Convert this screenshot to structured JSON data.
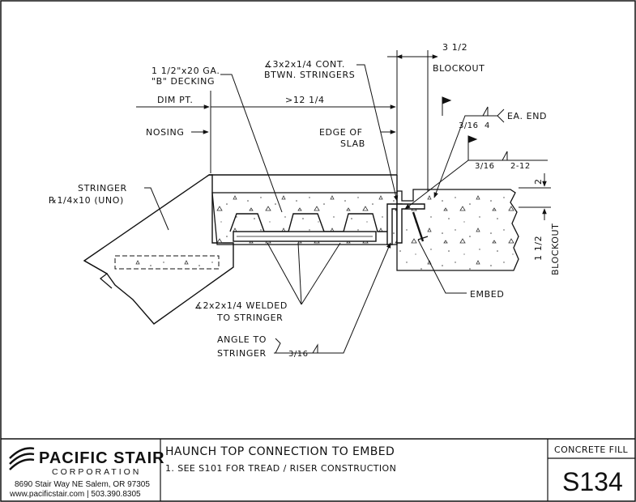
{
  "title_block": {
    "company_name": "PACIFIC STAIR",
    "company_sub": "CORPORATION",
    "address": "8690 Stair Way NE Salem, OR 97305",
    "contact": "www.pacificstair.com  |  503.390.8305",
    "drawing_title": "HAUNCH TOP CONNECTION TO EMBED",
    "note": "1. SEE S101 FOR TREAD / RISER CONSTRUCTION",
    "category": "CONCRETE FILL",
    "sheet_number": "S134"
  },
  "annotations": {
    "decking_1": "1 1/2\"x20 GA.",
    "decking_2": "\"B\" DECKING",
    "angle_cont_1": "∡3x2x1/4 CONT.",
    "angle_cont_2": "BTWN. STRINGERS",
    "dim_blockout_w": "3 1/2",
    "blockout": "BLOCKOUT",
    "dim_pt": "DIM PT.",
    "dim_12": ">12 1/4",
    "ea_end": "EA. END",
    "weld_1_size": "3/16",
    "weld_1_len": "4",
    "weld_2_size": "3/16",
    "weld_2_len": "2-12",
    "nosing": "NOSING",
    "edge_of_slab_1": "EDGE OF",
    "edge_of_slab_2": "SLAB",
    "stringer_1": "STRINGER",
    "stringer_2": "℞1/4x10 (UNO)",
    "dim_2": "2",
    "dim_1_5": "1 1/2",
    "blockout_v": "BLOCKOUT",
    "embed": "EMBED",
    "angle_welded_1": "∡2x2x1/4 WELDED",
    "angle_welded_2": "TO STRINGER",
    "angle_to_1": "ANGLE TO",
    "angle_to_2": "STRINGER",
    "weld_3_size": "3/16"
  }
}
